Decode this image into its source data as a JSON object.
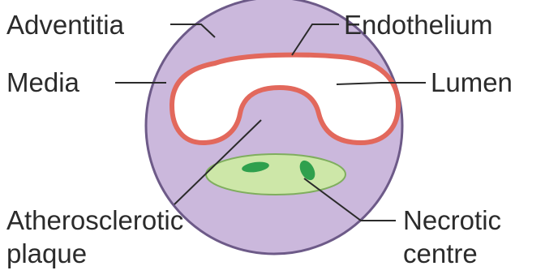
{
  "labels": {
    "adventitia": "Adventitia",
    "endothelium": "Endothelium",
    "media": "Media",
    "lumen": "Lumen",
    "atherosclerotic_line1": "Atherosclerotic",
    "atherosclerotic_line2": "plaque",
    "necrotic_line1": "Necrotic",
    "necrotic_line2": "centre"
  },
  "colors": {
    "media_wall": "#cbb8dc",
    "media_outline": "#6d5a88",
    "endothelium": "#e2685c",
    "lumen": "#ffffff",
    "plaque_core": "#cde7a8",
    "necrotic_spots": "#2fa04d",
    "text": "#2b2b2b"
  }
}
